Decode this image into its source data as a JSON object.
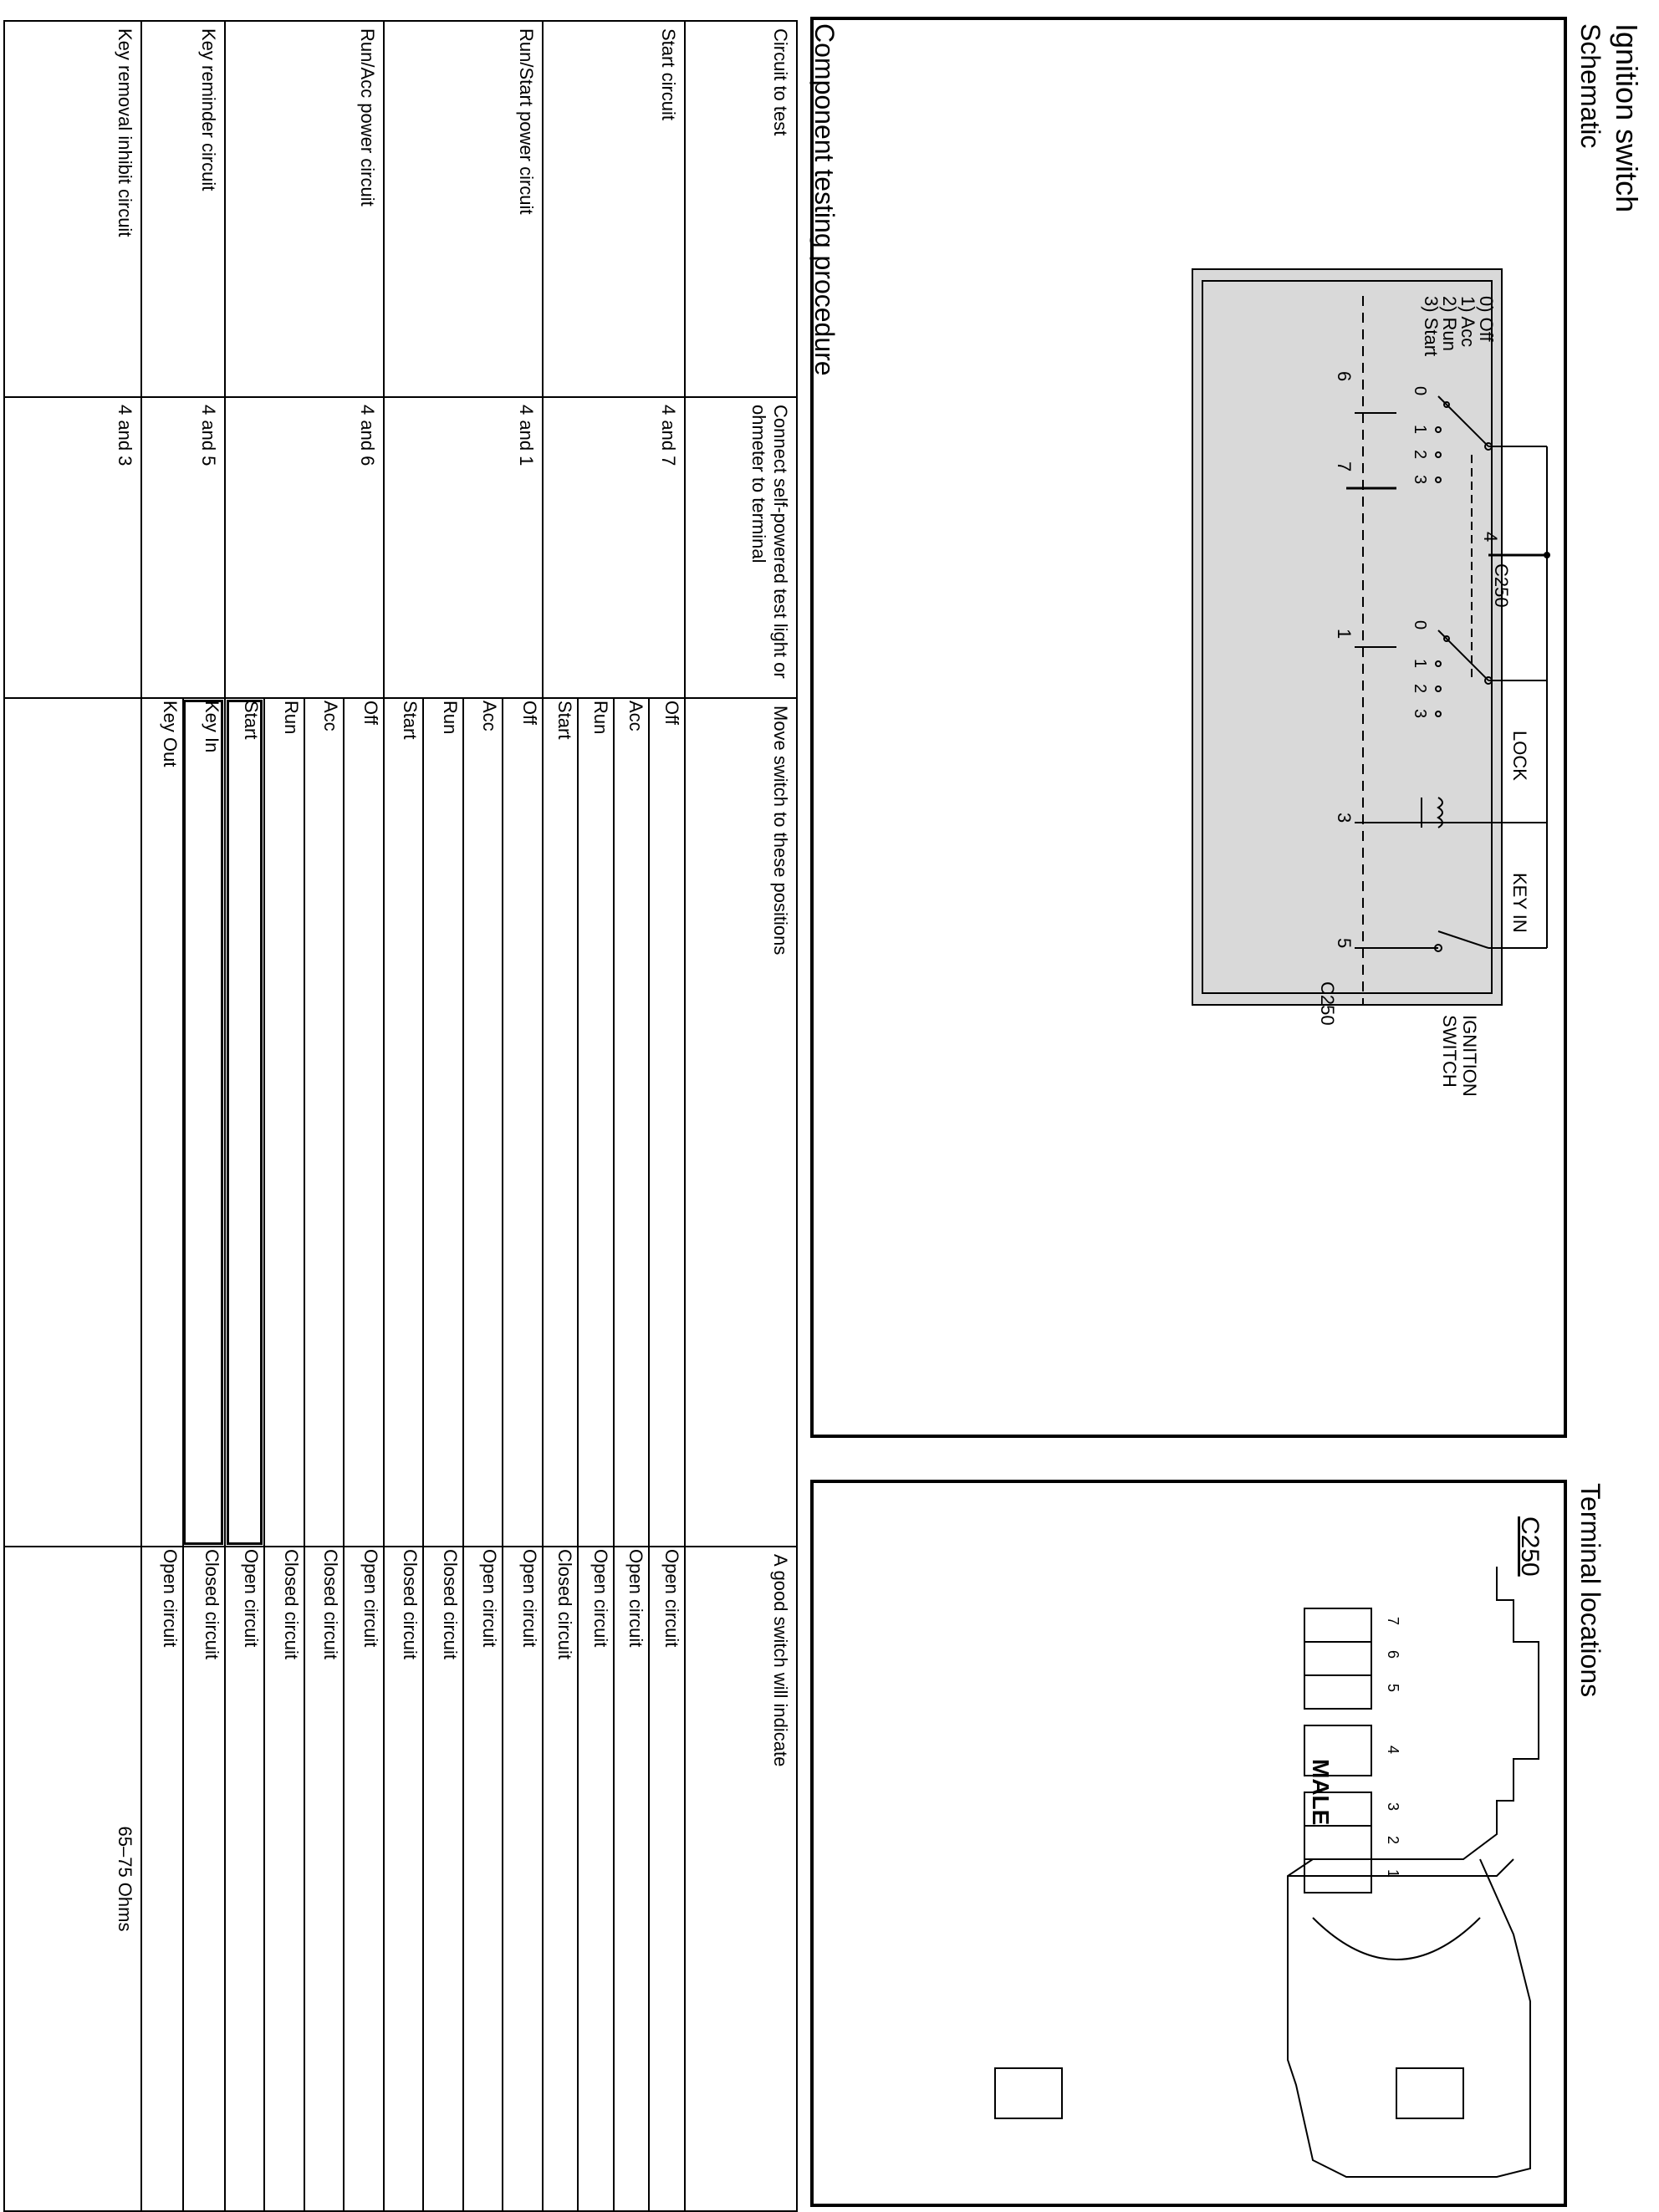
{
  "title": "Ignition switch",
  "schematic": {
    "heading": "Schematic",
    "positions_legend": [
      "0) Off",
      "1) Acc",
      "2) Run",
      "3) Start"
    ],
    "connector_top": "C250",
    "connector_bottom": "C250",
    "lock_label": "LOCK",
    "key_in_label": "KEY IN",
    "switch_label_line1": "IGNITION",
    "switch_label_line2": "SWITCH",
    "terminals": [
      "4",
      "6",
      "7",
      "1",
      "3",
      "5"
    ],
    "contact_positions": [
      "0",
      "1",
      "2",
      "3"
    ]
  },
  "terminal_locations": {
    "heading": "Terminal locations",
    "connector": "C250",
    "gender": "MALE",
    "pins": [
      "7",
      "6",
      "5",
      "4",
      "3",
      "2",
      "1"
    ]
  },
  "procedure": {
    "heading": "Component testing procedure",
    "headers": {
      "circuit": "Circuit to test",
      "connect": "Connect self-powered test light or ohmeter to terminal",
      "move": "Move switch to these positions",
      "result": "A good switch will indicate"
    },
    "rows": [
      {
        "circuit": "Start circuit",
        "terminals": "4  and  7",
        "positions": [
          "Off",
          "Acc",
          "Run",
          "Start"
        ],
        "results": [
          "Open  circuit",
          "Open  circuit",
          "Open  circuit",
          "Closed  circuit"
        ]
      },
      {
        "circuit": "Run/Start power circuit",
        "terminals": "4  and  1",
        "positions": [
          "Off",
          "Acc",
          "Run",
          "Start"
        ],
        "results": [
          "Open  circuit",
          "Open  circuit",
          "Closed  circuit",
          "Closed  circuit"
        ]
      },
      {
        "circuit": "Run/Acc power circuit",
        "terminals": "4  and  6",
        "positions": [
          "Off",
          "Acc",
          "Run",
          "Start"
        ],
        "results": [
          "Open  circuit",
          "Closed  circuit",
          "Closed  circuit",
          "Open  circuit"
        ]
      },
      {
        "circuit": "Key reminder circuit",
        "terminals": "4  and  5",
        "positions": [
          "Key  In",
          "Key  Out"
        ],
        "results": [
          "Closed  circuit",
          "Open  circuit"
        ]
      },
      {
        "circuit": "Key removal inhibit circuit",
        "terminals": "4  and  3",
        "positions": [],
        "results": [
          "65–75  Ohms"
        ]
      }
    ]
  }
}
